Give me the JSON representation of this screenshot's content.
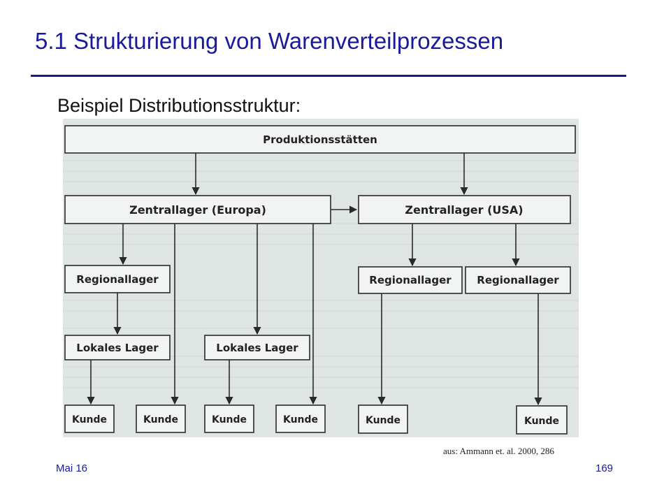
{
  "slide": {
    "title": "5.1 Strukturierung von Warenverteilprozessen",
    "subtitle": "Beispiel Distributionsstruktur:",
    "source": "aus: Ammann et. al. 2000, 286",
    "footer_date": "Mai 16",
    "page_number": "169"
  },
  "diagram": {
    "production": "Produktionsstätten",
    "central_europe": "Zentrallager (Europa)",
    "central_usa": "Zentrallager (USA)",
    "regional_1": "Regionallager",
    "regional_2": "Regionallager",
    "regional_3": "Regionallager",
    "local_1": "Lokales Lager",
    "local_2": "Lokales Lager",
    "customer_1": "Kunde",
    "customer_2": "Kunde",
    "customer_3": "Kunde",
    "customer_4": "Kunde",
    "customer_5": "Kunde",
    "customer_6": "Kunde"
  },
  "colors": {
    "title": "#1a1a9c",
    "figure_background": "#dfe5e3",
    "box_fill": "#f2f4f3",
    "line": "#2a2a2a"
  }
}
